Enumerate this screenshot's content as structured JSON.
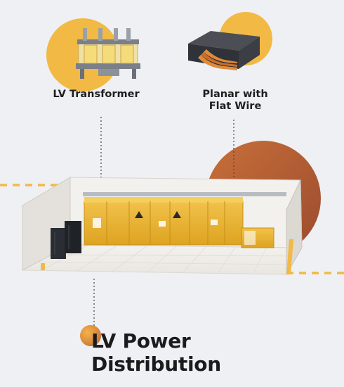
{
  "labels": {
    "transformer": "LV Transformer",
    "planar_line1": "Planar with",
    "planar_line2": "Flat Wire"
  },
  "title": {
    "line1": "LV Power",
    "line2": "Distribution"
  },
  "colors": {
    "background": "#eef0f4",
    "accent_yellow": "#f2b944",
    "accent_orange": "#c8703a",
    "cabinet_yellow": "#eab52a",
    "dark_cabinet": "#2a2d33"
  }
}
